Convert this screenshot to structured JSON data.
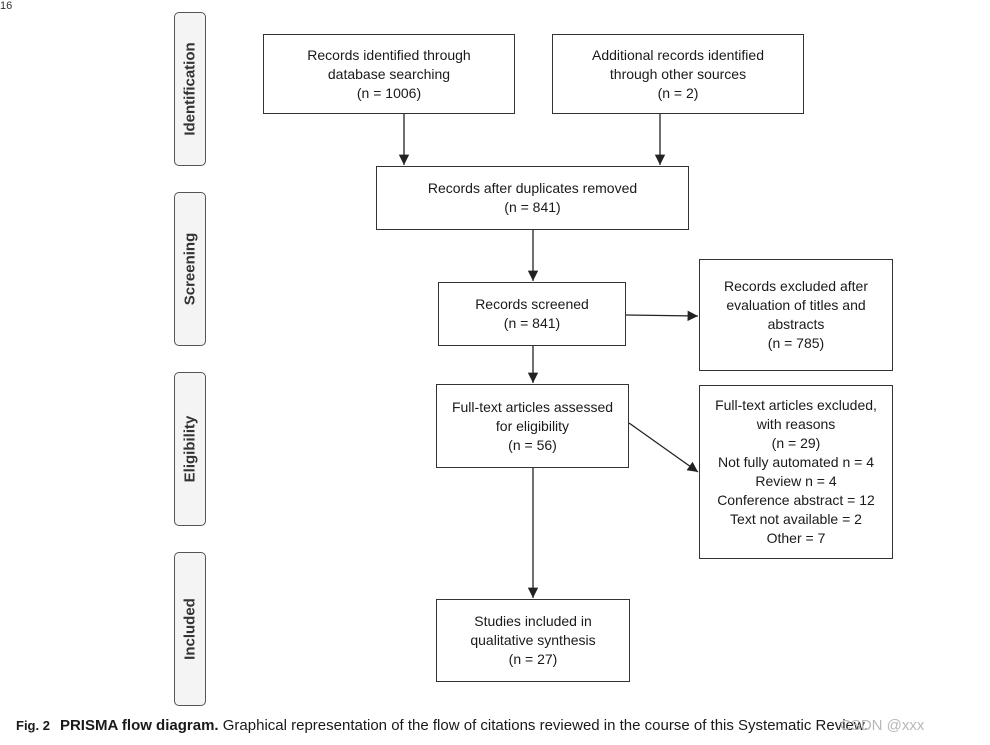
{
  "corner_mark": "16",
  "stages": {
    "identification": "Identification",
    "screening": "Screening",
    "eligibility": "Eligibility",
    "included": "Included"
  },
  "boxes": {
    "db_search": {
      "lines": [
        "Records identified through",
        "database searching",
        "(n = 1006)"
      ]
    },
    "other_sources": {
      "lines": [
        "Additional records identified",
        "through other sources",
        "(n = 2)"
      ]
    },
    "after_duplicates": {
      "lines": [
        "Records after duplicates removed",
        "(n = 841)"
      ]
    },
    "screened": {
      "lines": [
        "Records screened",
        "(n = 841)"
      ]
    },
    "excluded_titles": {
      "lines": [
        "Records excluded after",
        "evaluation of titles and",
        "abstracts",
        "(n = 785)"
      ]
    },
    "fulltext_assessed": {
      "lines": [
        "Full-text articles assessed",
        "for eligibility",
        "(n = 56)"
      ]
    },
    "fulltext_excluded": {
      "lines": [
        "Full-text articles excluded,",
        "with reasons",
        "(n = 29)",
        "Not fully automated n = 4",
        "Review n = 4",
        "Conference abstract = 12",
        "Text not available = 2",
        "Other = 7"
      ]
    },
    "included": {
      "lines": [
        "Studies included in",
        "qualitative synthesis",
        "(n = 27)"
      ]
    }
  },
  "caption": {
    "fig": "Fig. 2",
    "title": "PRISMA flow diagram.",
    "text": " Graphical representation of the flow of citations reviewed in the course of this Systematic Review."
  },
  "watermark": "CSDN @xxx"
}
